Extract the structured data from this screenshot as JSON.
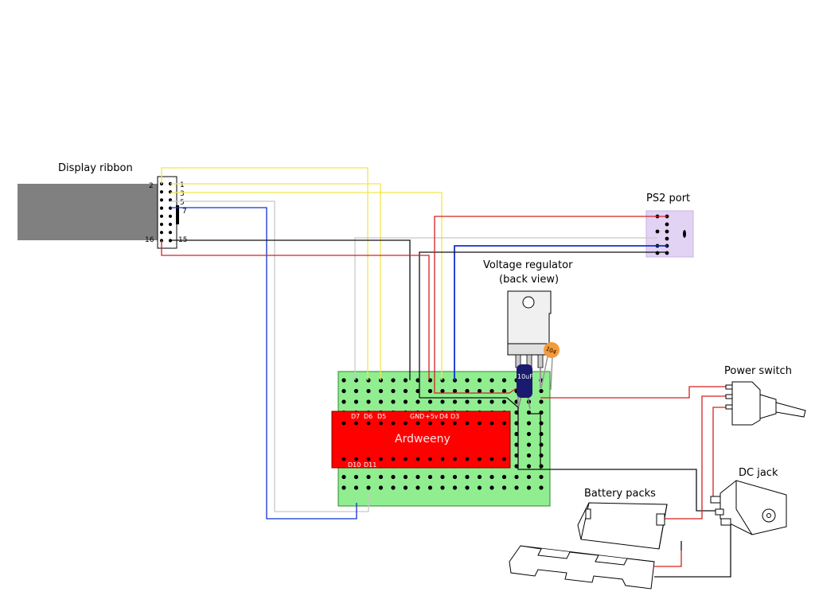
{
  "labels": {
    "display_ribbon": "Display ribbon",
    "ps2_port": "PS2 port",
    "voltage_regulator_line1": "Voltage regulator",
    "voltage_regulator_line2": "(back view)",
    "power_switch": "Power switch",
    "dc_jack": "DC jack",
    "battery_packs": "Battery packs",
    "arduino": "Ardweeny",
    "capacitor_electrolytic": "10uF",
    "capacitor_ceramic": "104"
  },
  "ribbon_pins": {
    "pin2": "2",
    "pin1": "1",
    "pin3": "3",
    "pin5": "5",
    "pin7": "7",
    "pin16": "16",
    "pin15": "15"
  },
  "arduino_pins": {
    "d7": "D7",
    "d6": "D6",
    "d5": "D5",
    "gnd": "GND",
    "plus5v": "+5v",
    "d4": "D4",
    "d3": "D3",
    "d10": "D10",
    "d11": "D11"
  },
  "colors": {
    "ribbon": "#808080",
    "ps2": "#e2d3f5",
    "breadboard": "#90ee90",
    "arduino": "#ff0000",
    "wire_yellow": "#f2e64a",
    "wire_red": "#d62020",
    "wire_black": "#111111",
    "wire_blue": "#1030d0",
    "wire_gray": "#c8c8c8",
    "capacitor_blue": "#1a1a6e",
    "capacitor_orange": "#f59a3a"
  }
}
